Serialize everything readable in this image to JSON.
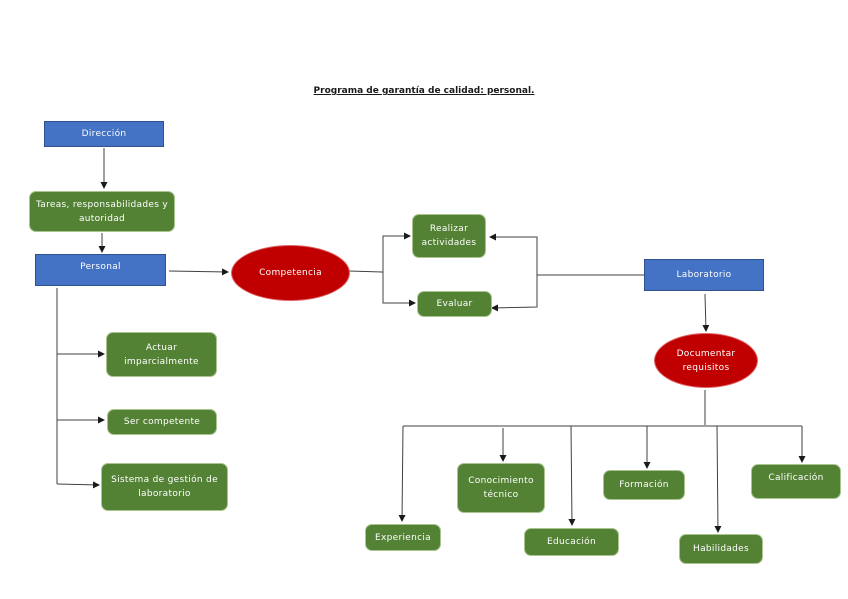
{
  "title": "Programa de garantía de calidad: personal.",
  "colors": {
    "blue_box": "#4472c4",
    "green_box": "#548235",
    "red_ellipse": "#c00000",
    "connector": "#404040"
  },
  "nodes": {
    "direccion": "Dirección",
    "tareas": "Tareas, responsabilidades y autoridad",
    "personal": "Personal",
    "competencia": "Competencia",
    "realizar": "Realizar actividades",
    "evaluar": "Evaluar",
    "laboratorio": "Laboratorio",
    "documentar": "Documentar requisitos",
    "actuar": "Actuar imparcialmente",
    "ser_competente": "Ser competente",
    "sistema": "Sistema de gestión de laboratorio",
    "experiencia": "Experiencia",
    "conocimiento": "Conocimiento técnico",
    "educacion": "Educación",
    "formacion": "Formación",
    "habilidades": "Habilidades",
    "calificacion": "Calificación"
  },
  "edges": [
    [
      "direccion",
      "tareas"
    ],
    [
      "tareas",
      "personal"
    ],
    [
      "personal",
      "competencia"
    ],
    [
      "competencia",
      "realizar"
    ],
    [
      "competencia",
      "evaluar"
    ],
    [
      "laboratorio",
      "realizar"
    ],
    [
      "laboratorio",
      "evaluar"
    ],
    [
      "laboratorio",
      "documentar"
    ],
    [
      "personal",
      "actuar"
    ],
    [
      "personal",
      "ser_competente"
    ],
    [
      "personal",
      "sistema"
    ],
    [
      "documentar",
      "experiencia"
    ],
    [
      "documentar",
      "conocimiento"
    ],
    [
      "documentar",
      "educacion"
    ],
    [
      "documentar",
      "formacion"
    ],
    [
      "documentar",
      "habilidades"
    ],
    [
      "documentar",
      "calificacion"
    ]
  ]
}
